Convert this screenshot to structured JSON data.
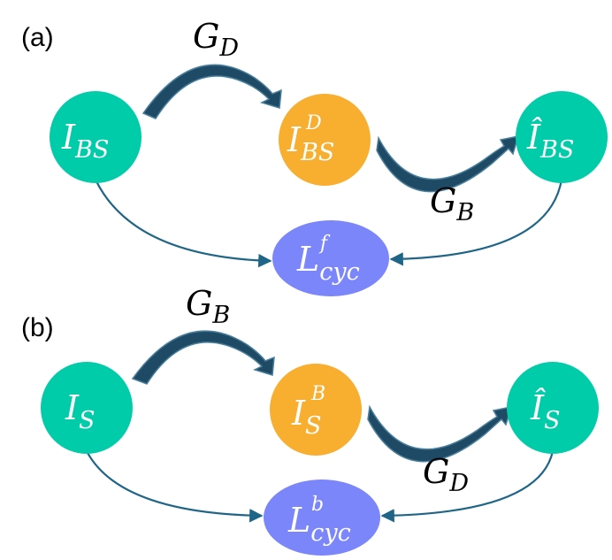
{
  "colors": {
    "teal": "#00CCAA",
    "orange": "#F8AE2E",
    "purple": "#7B86FA",
    "arrow_dark": "#1E4A66",
    "connector": "#1F6587",
    "text_dark": "#000000"
  },
  "panels": [
    {
      "label": "(a)",
      "input_node": {
        "main": "I",
        "sub": "BS",
        "sup": ""
      },
      "mid_node": {
        "main": "I",
        "sub": "BS",
        "sup": "D"
      },
      "output_node": {
        "main": "Î",
        "sub": "BS",
        "sup": ""
      },
      "loss_node": {
        "main": "L",
        "sub": "cyc",
        "sup": "f"
      },
      "op_top": {
        "main": "G",
        "sub": "D"
      },
      "op_bottom": {
        "main": "G",
        "sub": "B"
      }
    },
    {
      "label": "(b)",
      "input_node": {
        "main": "I",
        "sub": "S",
        "sup": ""
      },
      "mid_node": {
        "main": "I",
        "sub": "S",
        "sup": "B"
      },
      "output_node": {
        "main": "Î",
        "sub": "S",
        "sup": ""
      },
      "loss_node": {
        "main": "L",
        "sub": "cyc",
        "sup": "b"
      },
      "op_top": {
        "main": "G",
        "sub": "B"
      },
      "op_bottom": {
        "main": "G",
        "sub": "D"
      }
    }
  ]
}
